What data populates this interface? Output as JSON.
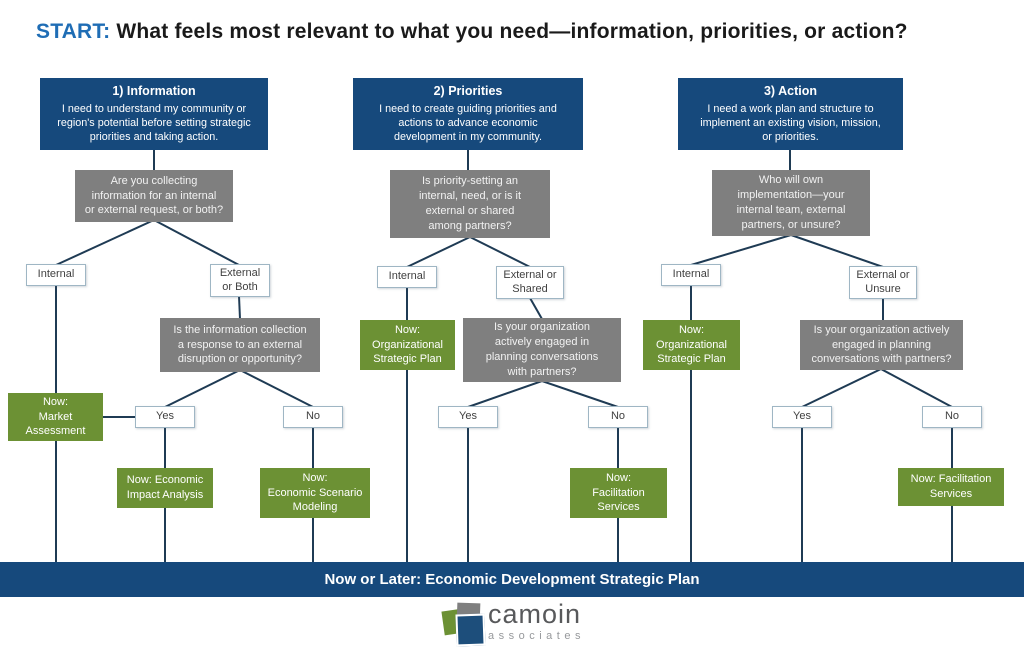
{
  "title": {
    "start": "START:",
    "question": "What feels most relevant to what you need—information, priorities, or action?"
  },
  "columns": [
    {
      "header": "1) Information",
      "description": "I need to understand my community or\nregion's potential before setting strategic\npriorities and taking action.",
      "q1": "Are you collecting\ninformation for an internal\nor external request, or both?",
      "branch_left": "Internal",
      "branch_right": "External\nor Both",
      "q2": "Is the information collection\na response to an external\ndisruption or opportunity?",
      "outcome_internal": "Now:\nMarket\nAssessment",
      "yes": "Yes",
      "no": "No",
      "outcome_yes": "Now: Economic\nImpact Analysis",
      "outcome_no": "Now:\nEconomic Scenario\nModeling"
    },
    {
      "header": "2) Priorities",
      "description": "I need to create guiding priorities and\nactions to advance economic\ndevelopment in my community.",
      "q1": "Is priority-setting an\ninternal, need, or is it\nexternal or shared\namong partners?",
      "branch_left": "Internal",
      "branch_right": "External or\nShared",
      "outcome_internal": "Now:\nOrganizational\nStrategic Plan",
      "q2": "Is your organization\nactively engaged in\nplanning conversations\nwith partners?",
      "yes": "Yes",
      "no": "No",
      "outcome_no": "Now:\nFacilitation\nServices"
    },
    {
      "header": "3) Action",
      "description": "I need a work plan and structure to\nimplement an existing vision, mission,\nor priorities.",
      "q1": "Who will own\nimplementation—your\ninternal team, external\npartners, or unsure?",
      "branch_left": "Internal",
      "branch_right": "External or\nUnsure",
      "outcome_internal": "Now:\nOrganizational\nStrategic Plan",
      "q2": "Is your organization actively\nengaged in planning\nconversations with partners?",
      "yes": "Yes",
      "no": "No",
      "outcome_no": "Now: Facilitation\nServices"
    }
  ],
  "banner": "Now or Later: Economic Development Strategic Plan",
  "logo": {
    "name": "camoin",
    "sub": "associates"
  },
  "colors": {
    "header_blue": "#16497c",
    "question_gray": "#7f7f7f",
    "outcome_green": "#6c9134",
    "line_navy": "#1f3b54",
    "title_accent_blue": "#1f6db5"
  }
}
